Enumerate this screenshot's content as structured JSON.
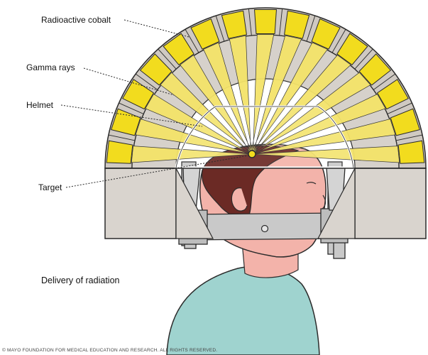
{
  "labels": {
    "cobalt": "Radioactive cobalt",
    "gamma": "Gamma rays",
    "helmet": "Helmet",
    "target": "Target"
  },
  "caption": "Delivery of radiation",
  "copyright": "© MAYO FOUNDATION FOR MEDICAL EDUCATION AND RESEARCH. ALL RIGHTS RESERVED.",
  "colors": {
    "cobalt_yellow": "#f2dc1e",
    "beam_yellow": "#f4e36a",
    "housing_gray": "#cfc9c2",
    "outline": "#2b2b2b",
    "skin": "#f3b3aa",
    "hair": "#6b2a25",
    "gown": "#9fd3cf",
    "frame_gray": "#c9c9c9"
  },
  "components": [
    "radioactive-cobalt-sources",
    "gamma-ray-beams",
    "helmet",
    "target",
    "patient-head",
    "stereotactic-frame"
  ]
}
